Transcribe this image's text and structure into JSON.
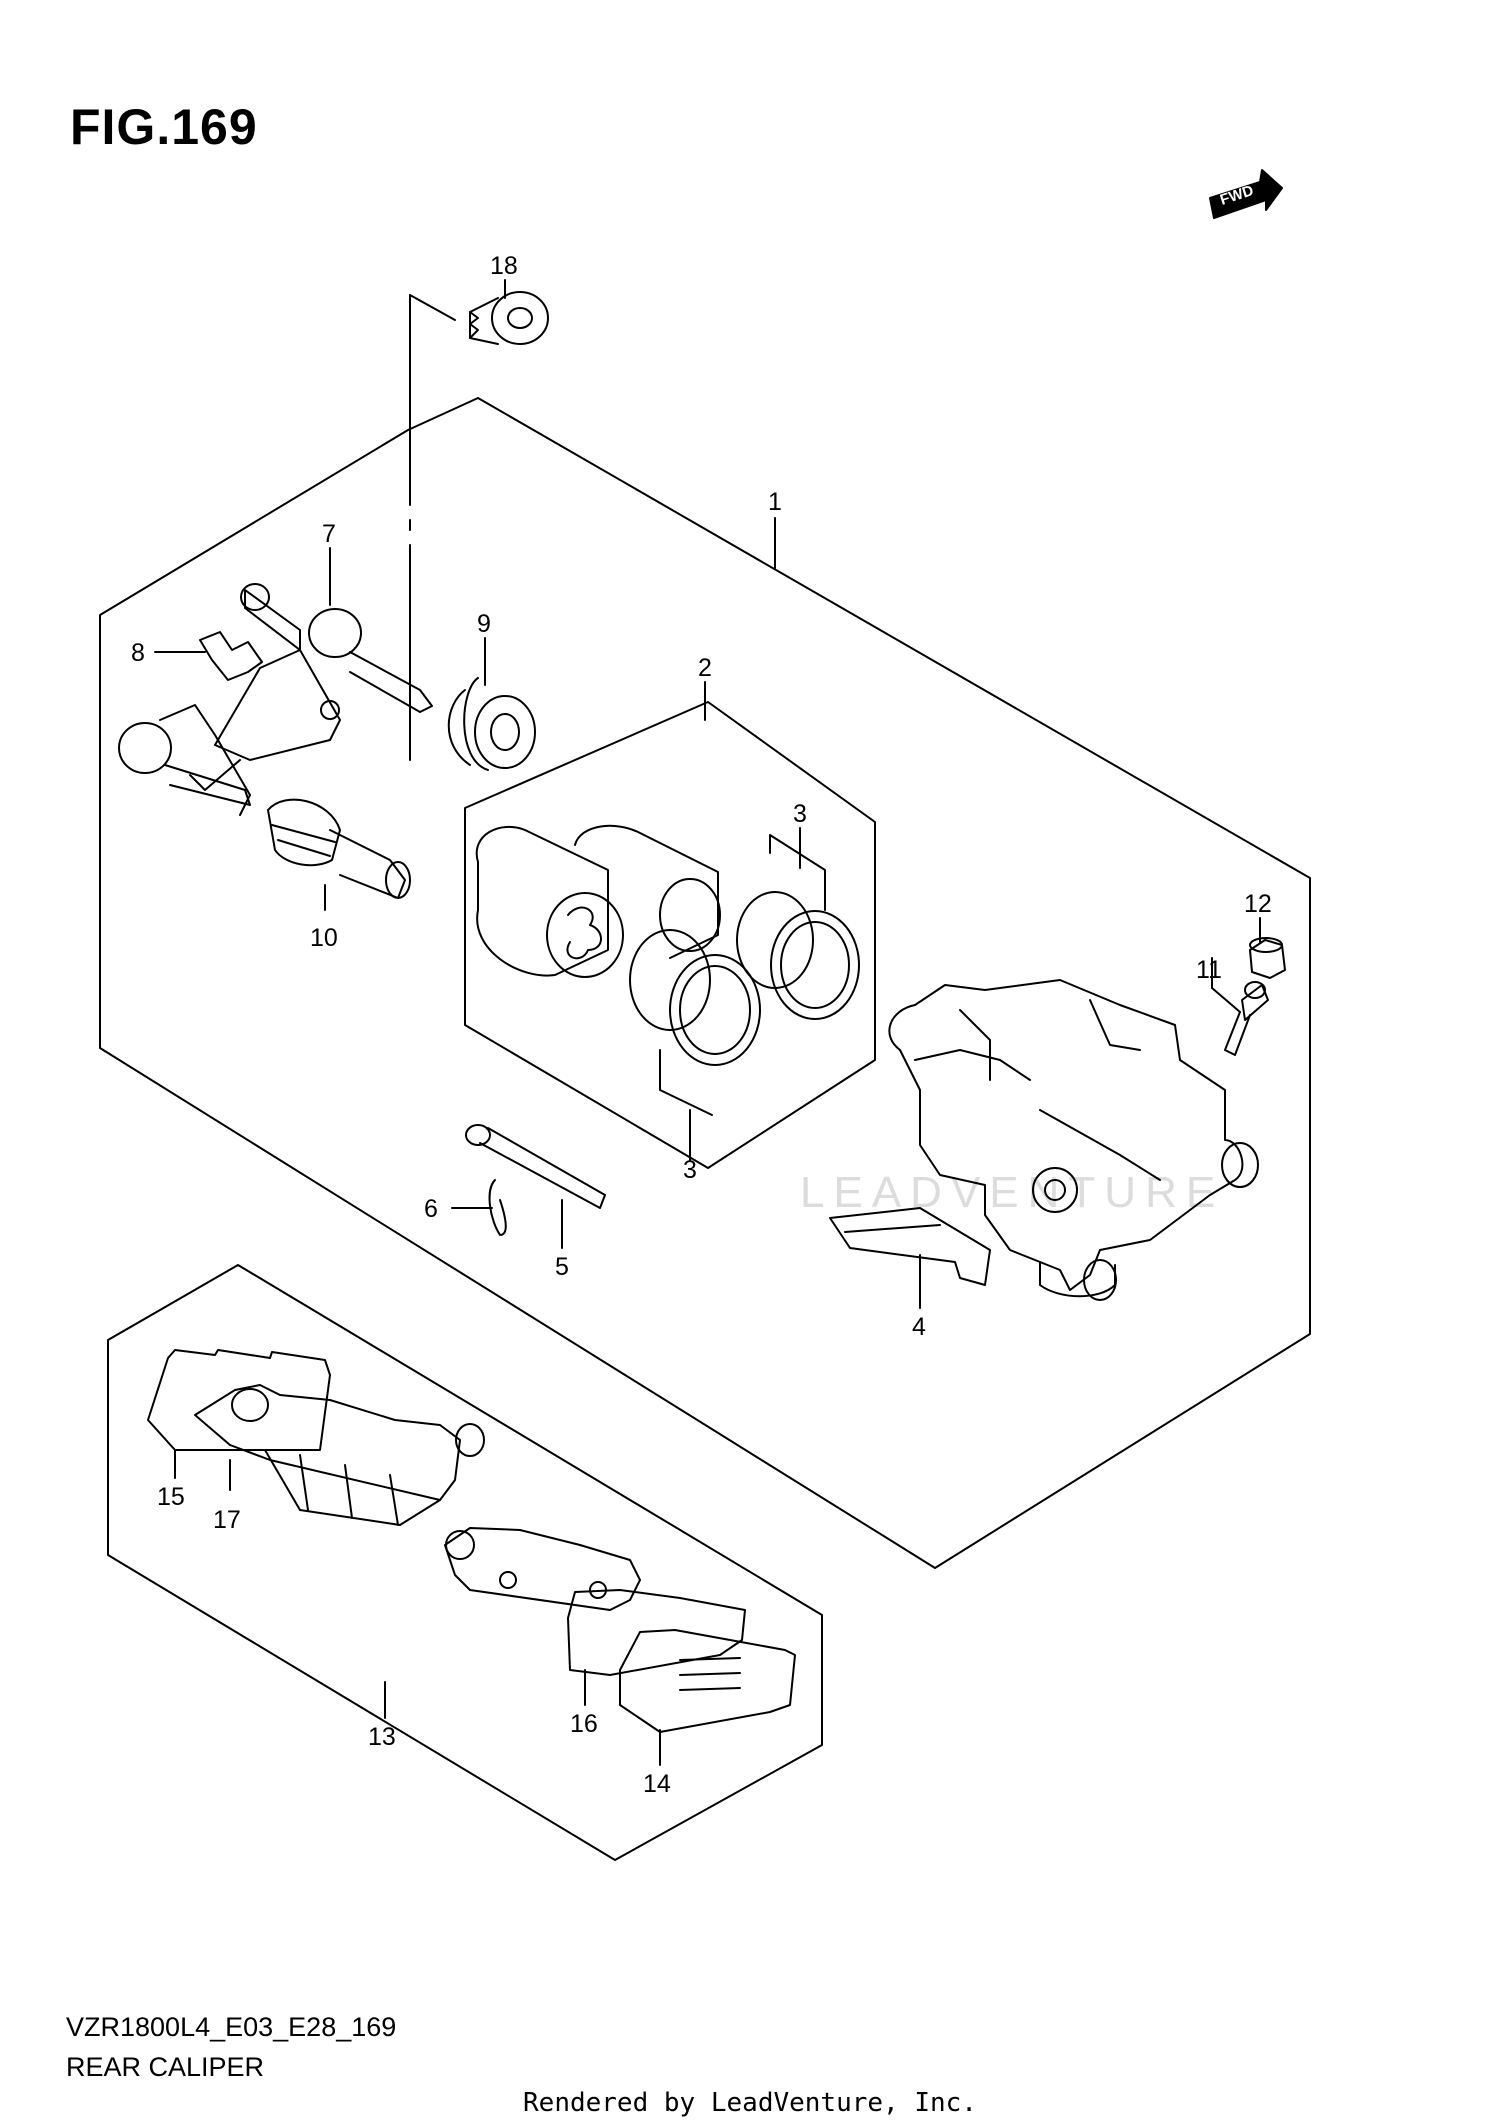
{
  "figure": {
    "title": "FIG.169",
    "code": "VZR1800L4_E03_E28_169",
    "name": "REAR CALIPER",
    "footer": "Rendered by LeadVenture, Inc.",
    "watermark": "LEADVENTURE",
    "direction_badge": "FWD"
  },
  "callouts": [
    {
      "id": "c1",
      "label": "1"
    },
    {
      "id": "c2",
      "label": "2"
    },
    {
      "id": "c3a",
      "label": "3"
    },
    {
      "id": "c3b",
      "label": "3"
    },
    {
      "id": "c4",
      "label": "4"
    },
    {
      "id": "c5",
      "label": "5"
    },
    {
      "id": "c6",
      "label": "6"
    },
    {
      "id": "c7",
      "label": "7"
    },
    {
      "id": "c8",
      "label": "8"
    },
    {
      "id": "c9",
      "label": "9"
    },
    {
      "id": "c10",
      "label": "10"
    },
    {
      "id": "c11",
      "label": "11"
    },
    {
      "id": "c12",
      "label": "12"
    },
    {
      "id": "c13",
      "label": "13"
    },
    {
      "id": "c14",
      "label": "14"
    },
    {
      "id": "c15",
      "label": "15"
    },
    {
      "id": "c16",
      "label": "16"
    },
    {
      "id": "c17",
      "label": "17"
    },
    {
      "id": "c18",
      "label": "18"
    }
  ],
  "colors": {
    "line": "#000000",
    "background": "#ffffff",
    "watermark": "#dcdcdc"
  }
}
